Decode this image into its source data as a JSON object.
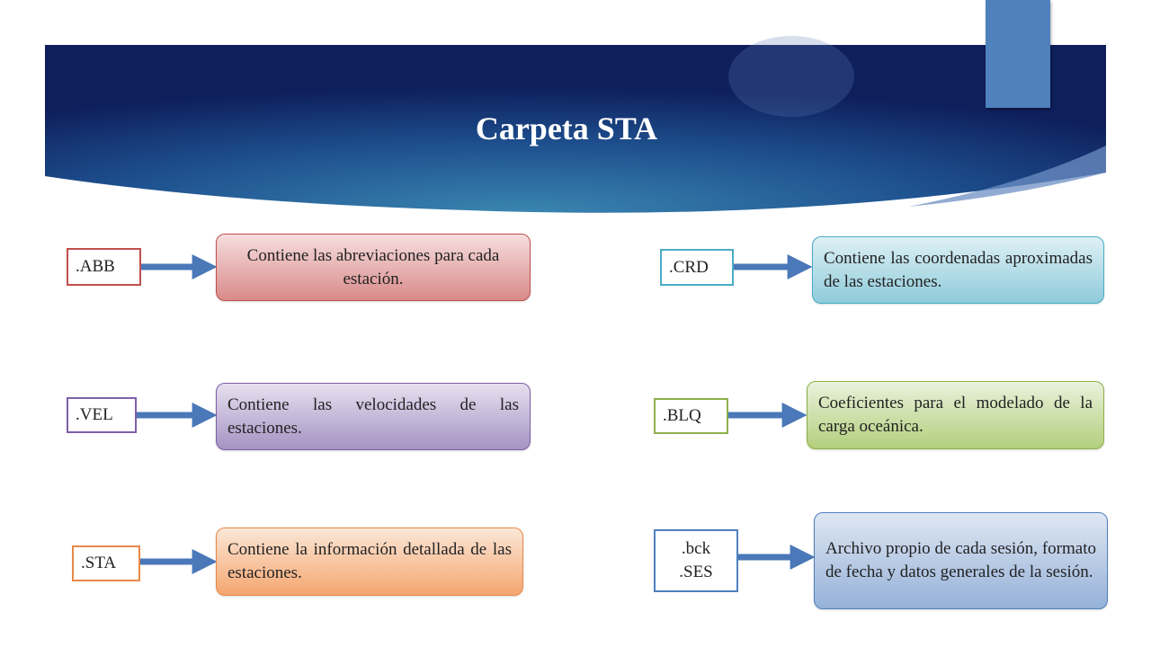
{
  "slide": {
    "title": "Carpeta STA",
    "colors": {
      "banner_dark": "#0e1f5c",
      "banner_light": "#3a86b0",
      "tab": "#4f81bd",
      "arrow": "#4a78b8"
    }
  },
  "items": [
    {
      "ext_line1": ".ABB",
      "ext_line2": "",
      "description": "Contiene las abreviaciones para cada estación.",
      "border_color": "#c0504d",
      "fill_top": "#f6dede",
      "fill_bottom": "#d98a8a"
    },
    {
      "ext_line1": ".VEL",
      "ext_line2": "",
      "description": "Contiene las velocidades de las estaciones.",
      "border_color": "#7f5fa8",
      "fill_top": "#e7e0ef",
      "fill_bottom": "#a593c3"
    },
    {
      "ext_line1": ".STA",
      "ext_line2": "",
      "description": "Contiene la información detallada de las estaciones.",
      "border_color": "#e8894a",
      "fill_top": "#fbe7d7",
      "fill_bottom": "#f5a670"
    },
    {
      "ext_line1": ".CRD",
      "ext_line2": "",
      "description": "Contiene las coordenadas aproximadas de las estaciones.",
      "border_color": "#4bacc6",
      "fill_top": "#def0f5",
      "fill_bottom": "#8fcbdb"
    },
    {
      "ext_line1": ".BLQ",
      "ext_line2": "",
      "description": "Coeficientes para el modelado de la carga oceánica.",
      "border_color": "#8db04a",
      "fill_top": "#eaf2dc",
      "fill_bottom": "#b2cf7c"
    },
    {
      "ext_line1": ".bck",
      "ext_line2": ".SES",
      "description": "Archivo propio de cada sesión, formato de fecha y datos generales de la sesión.",
      "border_color": "#4f81bd",
      "fill_top": "#dfe7f3",
      "fill_bottom": "#95b1d8"
    }
  ]
}
